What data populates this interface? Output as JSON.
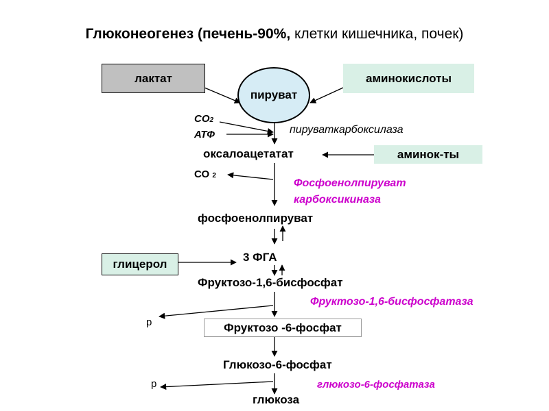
{
  "title": {
    "main": "Глюконеогенез (печень-90%,",
    "rest": " клетки кишечника, почек)"
  },
  "nodes": {
    "lactate": "лактат",
    "amino_acids": "аминокислоты",
    "pyruvate": "пируват",
    "co2_label": "СО",
    "co2_sub": "2",
    "atp": "АТФ",
    "pyruvate_carboxylase": "пируваткарбоксилаза",
    "oxaloacetate": "оксалоацетатат",
    "amino_short": "аминок-ты",
    "co2b_label": "СО",
    "co2b_sub": "2",
    "pepck_line1": "Фосфоенолпируват",
    "pepck_line2": "карбоксикиназа",
    "pep": "фосфоенолпируват",
    "glycerol": "глицерол",
    "pga": "3 ФГА",
    "f16bp": "Фруктозо-1,6-бисфосфат",
    "fbpase": "Фруктозо-1,6-бисфосфатаза",
    "p1": "р",
    "f6p": "Фруктозо -6-фосфат",
    "g6p": "Глюкозо-6-фосфат",
    "p2": "р",
    "g6pase": "глюкозо-6-фосфатаза",
    "glucose": "глюкоза"
  },
  "colors": {
    "enzyme": "#cc00cc",
    "gray_box": "#c0c0c0",
    "mint_box": "#d9f0e6",
    "ellipse_fill": "#d6ecf5"
  }
}
